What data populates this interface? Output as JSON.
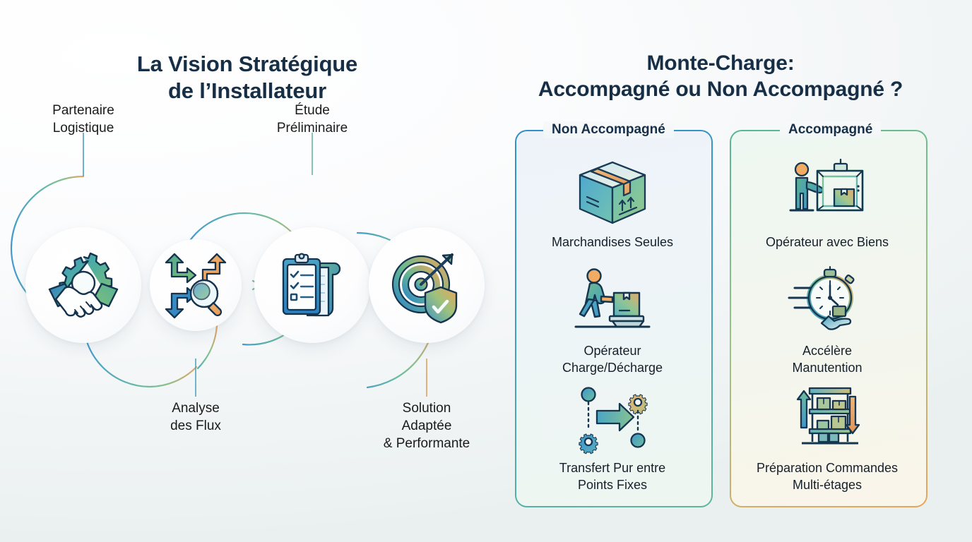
{
  "left_panel_section": {
    "title_line1": "La Vision Stratégique",
    "title_line2": "de l’Installateur",
    "steps": [
      {
        "label_line1": "Partenaire",
        "label_line2": "Logistique",
        "label_line3": "",
        "icon": "handshake-gear-icon",
        "position": "above"
      },
      {
        "label_line1": "Analyse",
        "label_line2": "des Flux",
        "label_line3": "",
        "icon": "arrows-magnifier-icon",
        "position": "below"
      },
      {
        "label_line1": "Étude",
        "label_line2": "Préliminaire",
        "label_line3": "",
        "icon": "clipboard-blueprint-icon",
        "position": "above"
      },
      {
        "label_line1": "Solution",
        "label_line2": "Adaptée",
        "label_line3": "& Performante",
        "icon": "target-shield-icon",
        "position": "below"
      }
    ]
  },
  "right_section": {
    "title_line1": "Monte-Charge:",
    "title_line2": "Accompagné ou Non Accompagné ?",
    "panels": [
      {
        "title": "Non Accompagné",
        "accent_start": "#2f8fc9",
        "accent_end": "#5fb79a",
        "items": [
          {
            "icon": "cardboard-box-icon",
            "label_line1": "Marchandises Seules",
            "label_line2": ""
          },
          {
            "icon": "operator-pushing-box-icon",
            "label_line1": "Opérateur",
            "label_line2": "Charge/Décharge"
          },
          {
            "icon": "gears-transfer-arrow-icon",
            "label_line1": "Transfert Pur entre",
            "label_line2": "Points Fixes"
          }
        ]
      },
      {
        "title": "Accompagné",
        "accent_start": "#56b795",
        "accent_end": "#e8a65b",
        "items": [
          {
            "icon": "operator-in-lift-icon",
            "label_line1": "Opérateur avec Biens",
            "label_line2": ""
          },
          {
            "icon": "stopwatch-hand-box-icon",
            "label_line1": "Accélère",
            "label_line2": "Manutention"
          },
          {
            "icon": "multilevel-racking-arrows-icon",
            "label_line1": "Préparation Commandes",
            "label_line2": "Multi-étages"
          }
        ]
      }
    ]
  },
  "colors": {
    "title_navy": "#172f46",
    "blue": "#2f8fc9",
    "teal": "#3f9ec2",
    "green": "#5fb79a",
    "orange": "#e8a65b",
    "background": "#f3f6f7"
  }
}
